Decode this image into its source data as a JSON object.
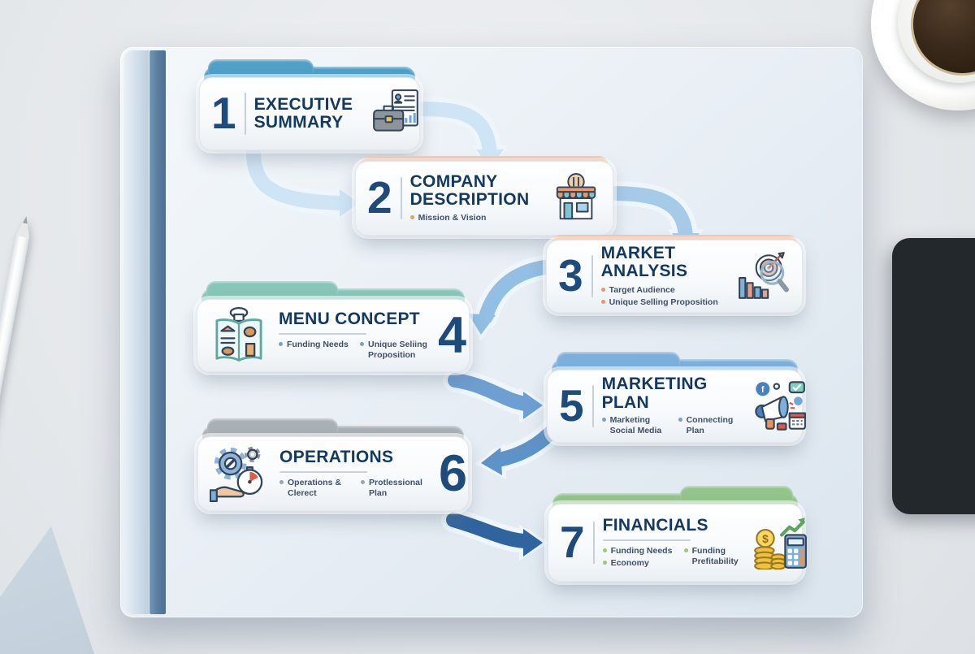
{
  "document_type": "business-plan-flow-infographic",
  "steps": [
    {
      "number": "1",
      "title": "EXECUTIVE SUMMARY",
      "bullets": [],
      "icon": "briefcase-document-icon",
      "tab_color": "#4fa0c8"
    },
    {
      "number": "2",
      "title": "COMPANY DESCRIPTION",
      "bullets": [
        "Mission & Vision"
      ],
      "icon": "storefront-icon",
      "tab_color": "#e6a98b",
      "dot_color": "#dca36f"
    },
    {
      "number": "3",
      "title": "MARKET ANALYSIS",
      "bullets": [
        "Target Audience",
        "Unique Selling Proposition"
      ],
      "icon": "target-analysis-icon",
      "tab_color": "#e6a98b",
      "dot_color": "#dd9a7a"
    },
    {
      "number": "4",
      "title": "MENU CONCEPT",
      "bullets": [
        "Funding Needs",
        "Unique Seliing Proposition"
      ],
      "icon": "menu-book-icon",
      "tab_color": "#85c6b9",
      "dot_color": "#7f9fc4"
    },
    {
      "number": "5",
      "title": "MARKETING PLAN",
      "bullets": [
        "Marketing Social Media",
        "Connecting Plan"
      ],
      "icon": "megaphone-social-icon",
      "tab_color": "#7cb0dc",
      "dot_color": "#7f9fc4"
    },
    {
      "number": "6",
      "title": "OPERATIONS",
      "bullets": [
        "Operations & Clerect",
        "Protlessional Plan"
      ],
      "icon": "gears-stopwatch-icon",
      "tab_color": "#a9b0b6",
      "dot_color": "#9aa4ae"
    },
    {
      "number": "7",
      "title": "FINANCIALS",
      "bullets": [
        "Funding Needs",
        "Economy",
        "Funding Prefitability"
      ],
      "icon": "coins-calculator-icon",
      "tab_color": "#92c48b",
      "dot_color": "#a2c47f"
    }
  ],
  "colors": {
    "number_text": "#1d4c7c",
    "title_text": "#14395f",
    "bullet_text": "#3f5066",
    "arrow_light": "#cfe5f6",
    "arrow_mid_1": "#a6cbe9",
    "arrow_mid_2": "#93bfe4",
    "arrow_mid_3": "#6d9fd2",
    "arrow_mid_4": "#5e93c8",
    "arrow_dark": "#30649f",
    "board": "#e9eff5",
    "spine": "#5a7fa0",
    "desk": "#e6e9ec"
  },
  "decorations": [
    "coffee-cup",
    "tablet",
    "stylus-pencil",
    "paper-sheet",
    "board",
    "board-spine"
  ]
}
